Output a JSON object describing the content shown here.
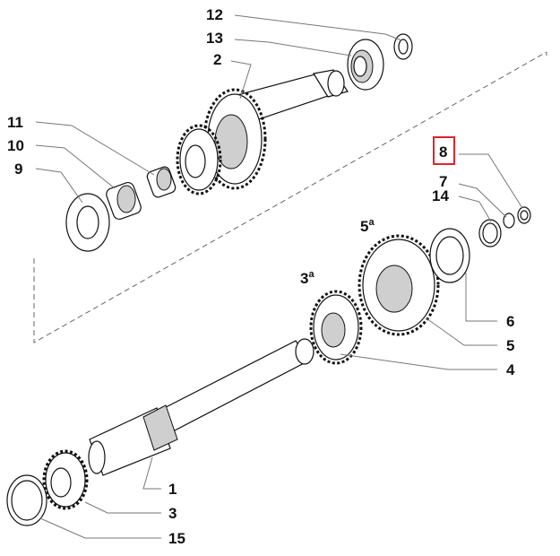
{
  "labels": {
    "p1": "1",
    "p2": "2",
    "p3": "3",
    "p3a": "3",
    "p4": "4",
    "p5": "5",
    "p5a": "5",
    "a_sup": "a",
    "p6": "6",
    "p7": "7",
    "p8": "8",
    "p9": "9",
    "p10": "10",
    "p11": "11",
    "p12": "12",
    "p13": "13",
    "p14": "14",
    "p15": "15"
  },
  "colors": {
    "highlight": "#e0242b",
    "ink": "#111111",
    "leader": "#777777"
  }
}
